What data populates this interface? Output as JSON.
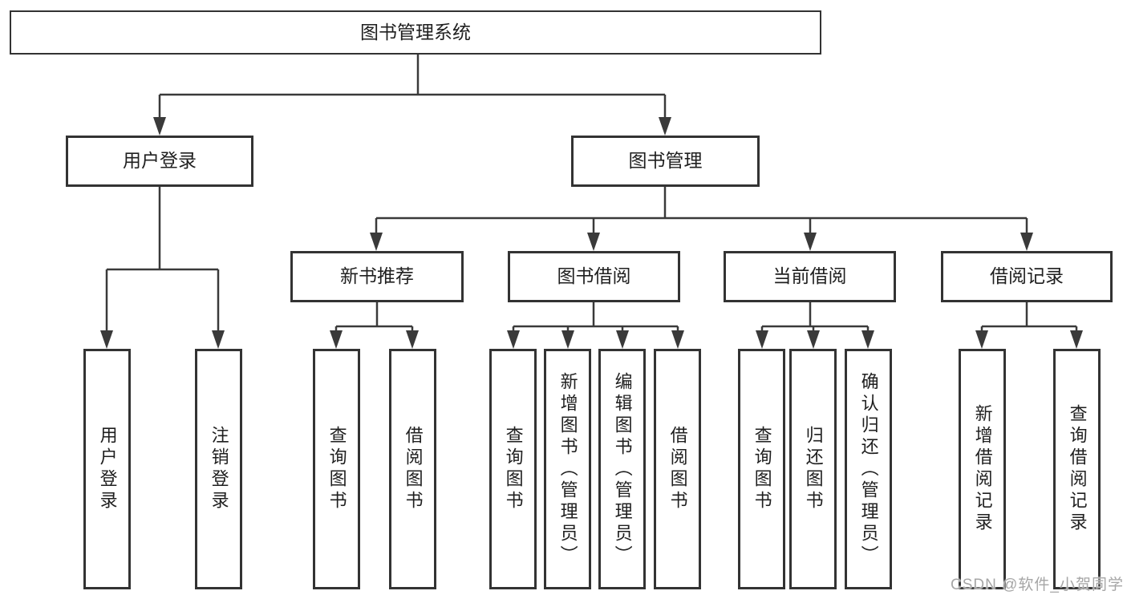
{
  "diagram_title": "图书管理系统",
  "colors": {
    "line": "#3a3a3a",
    "box_border": "#333333",
    "text": "#1f1f1f",
    "background": "#ffffff",
    "watermark": "#a6a6a6"
  },
  "tree": {
    "label": "图书管理系统",
    "children": [
      {
        "label": "用户登录",
        "children": [
          {
            "label": "用户登录"
          },
          {
            "label": "注销登录"
          }
        ]
      },
      {
        "label": "图书管理",
        "children": [
          {
            "label": "新书推荐",
            "children": [
              {
                "label": "查询图书"
              },
              {
                "label": "借阅图书"
              }
            ]
          },
          {
            "label": "图书借阅",
            "children": [
              {
                "label": "查询图书"
              },
              {
                "label": "新增图书（管理员）"
              },
              {
                "label": "编辑图书（管理员）"
              },
              {
                "label": "借阅图书"
              }
            ]
          },
          {
            "label": "当前借阅",
            "children": [
              {
                "label": "查询图书"
              },
              {
                "label": "归还图书"
              },
              {
                "label": "确认归还（管理员）"
              }
            ]
          },
          {
            "label": "借阅记录",
            "children": [
              {
                "label": "新增借阅记录"
              },
              {
                "label": "查询借阅记录"
              }
            ]
          }
        ]
      }
    ]
  },
  "watermark": {
    "text": "CSDN @软件_小贺同学"
  }
}
